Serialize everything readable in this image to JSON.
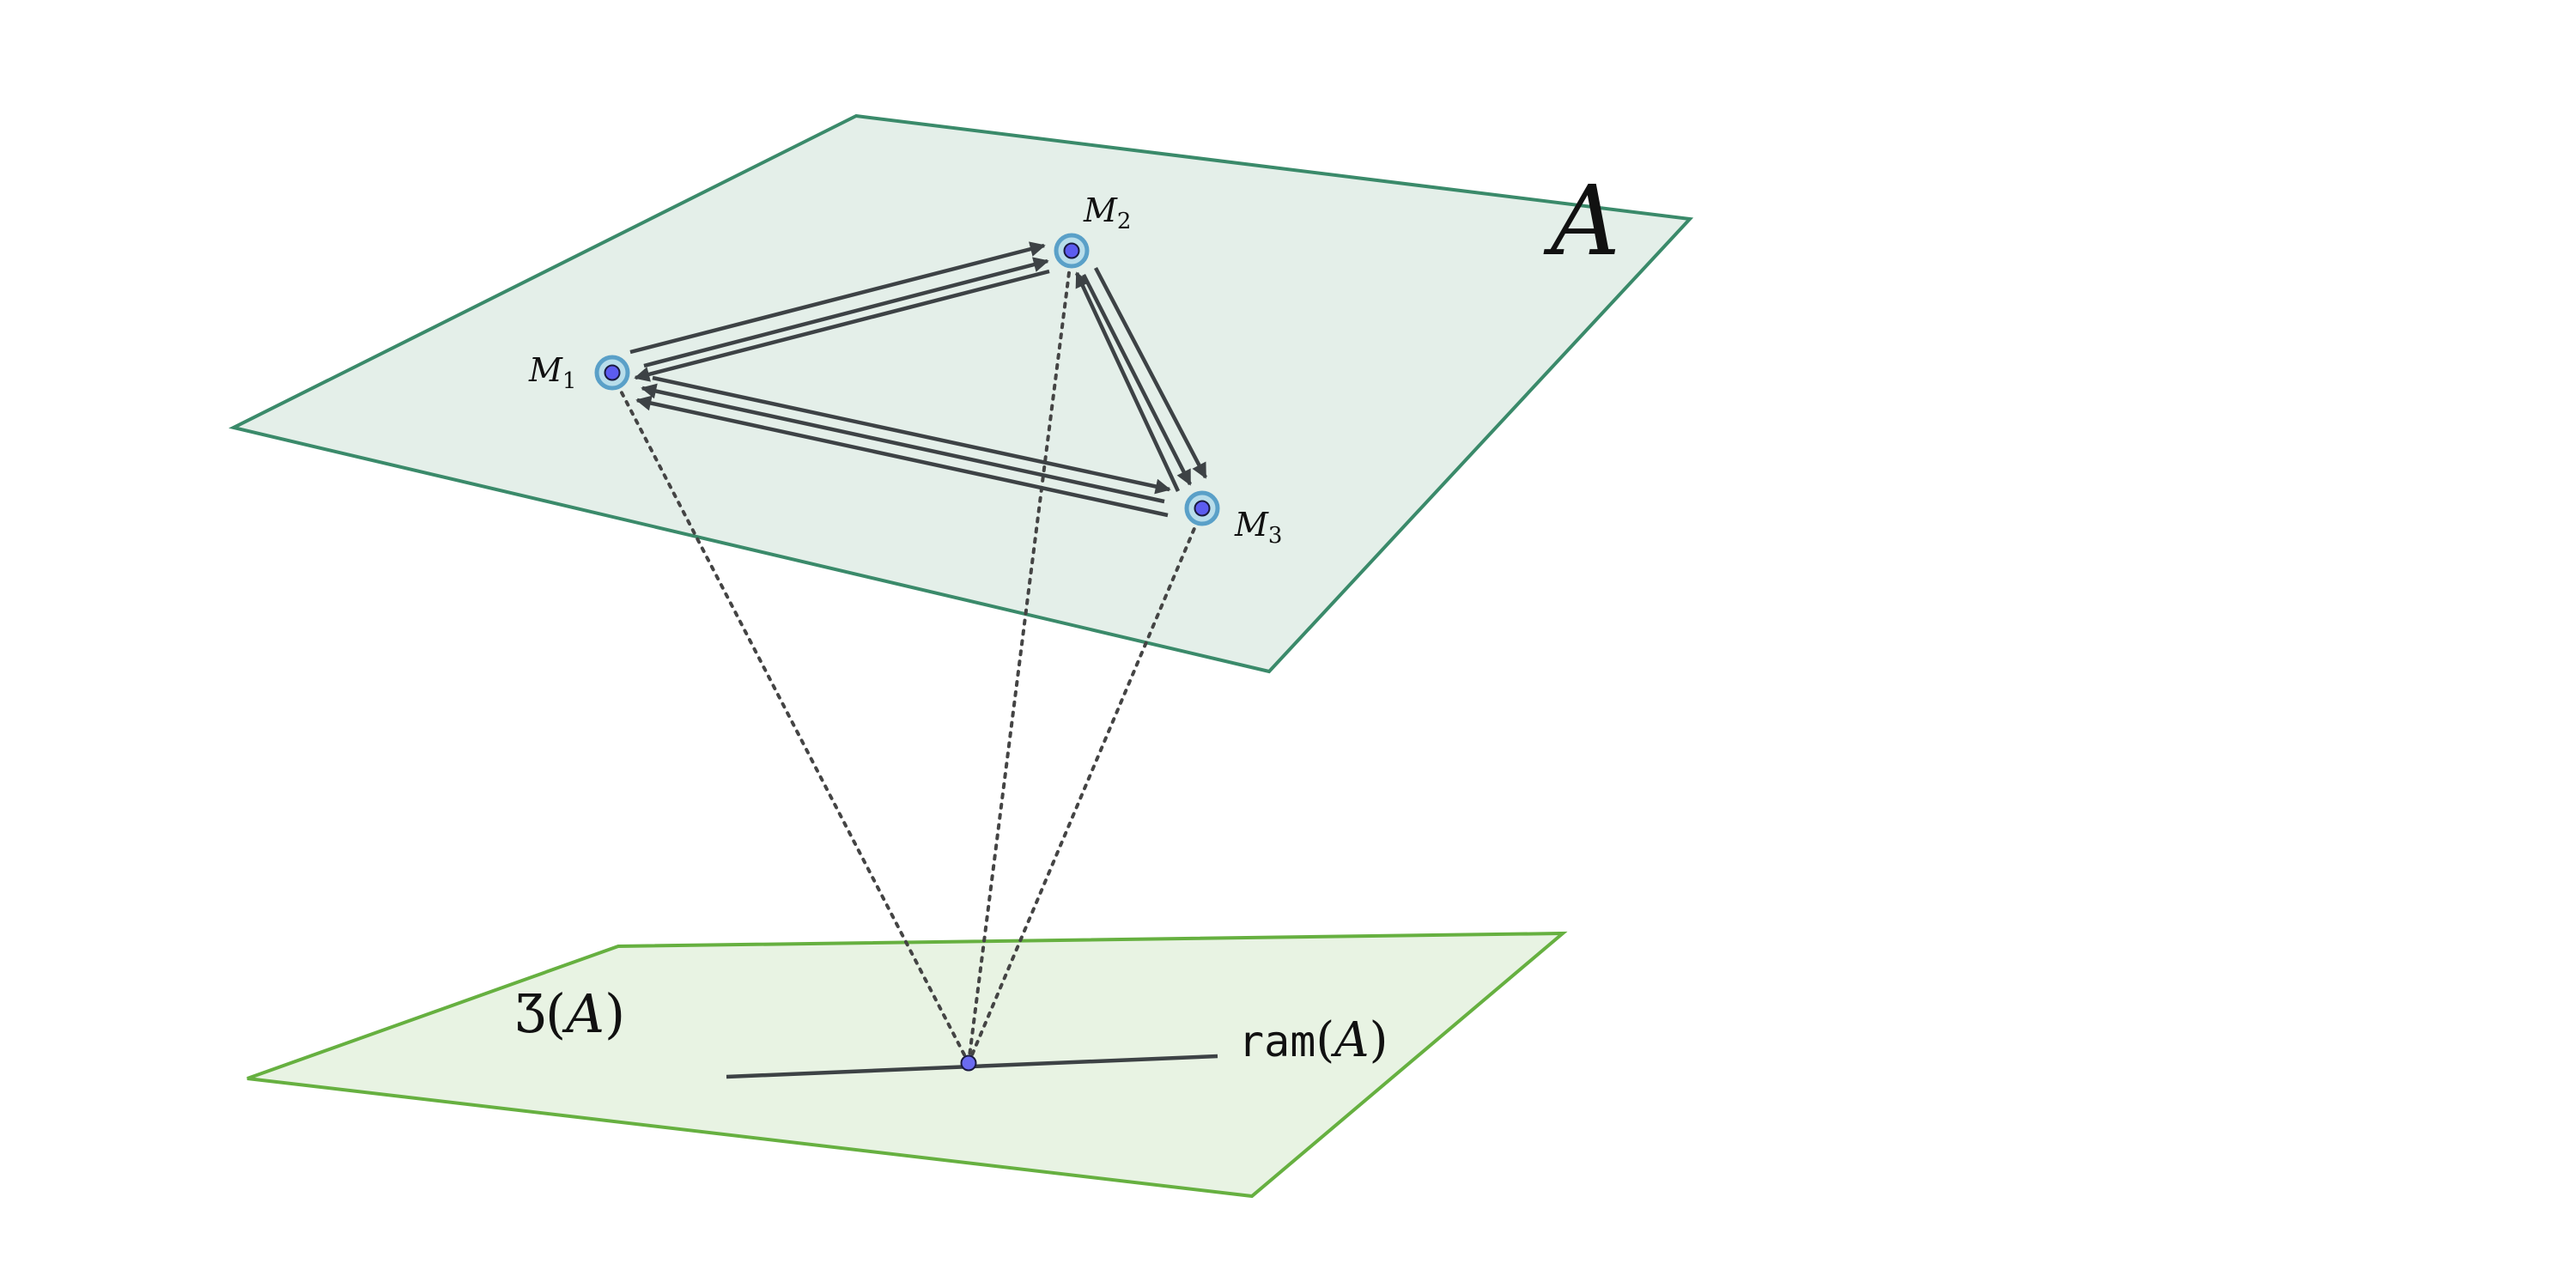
{
  "upper_plane": {
    "label": "A",
    "fill": "#e4efe9",
    "stroke": "#3a8a6a"
  },
  "lower_plane": {
    "label_prefix": "Ʒ",
    "label_arg": "A",
    "fill": "#e8f3e3",
    "stroke": "#66b040"
  },
  "nodes": [
    {
      "id": "M1",
      "base": "M",
      "sub": "1"
    },
    {
      "id": "M2",
      "base": "M",
      "sub": "2"
    },
    {
      "id": "M3",
      "base": "M",
      "sub": "3"
    }
  ],
  "center_point": {
    "fill": "#6b6bf0"
  },
  "ram_label": {
    "word": "ram",
    "arg": "A"
  },
  "colors": {
    "arrow": "#3d4245",
    "dotted": "#444444",
    "node_ring": "#5aa0c8",
    "node_ring_fill": "#b8ddea",
    "node_dot": "#5c5cf0"
  }
}
